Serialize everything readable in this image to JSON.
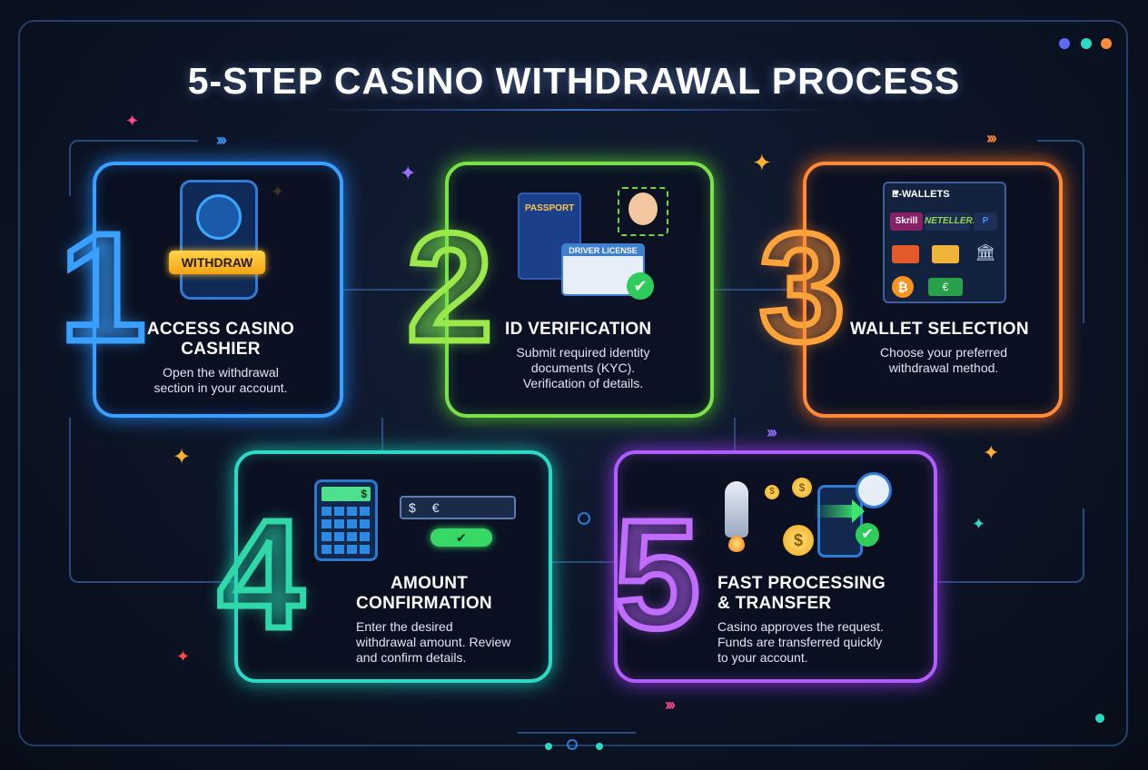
{
  "title": "5-STEP CASINO WITHDRAWAL PROCESS",
  "steps": [
    {
      "number": "1",
      "title_line1": "ACCESS CASINO",
      "title_line2": "CASHIER",
      "desc_line1": "Open the withdrawal",
      "desc_line2": "section in your account.",
      "button_label": "WITHDRAW",
      "color": "#3aa0ff"
    },
    {
      "number": "2",
      "title_line1": "ID VERIFICATION",
      "desc_line1": "Submit required identity",
      "desc_line2": "documents (KYC).",
      "desc_line3": "Verification of details.",
      "passport_label": "PASSPORT",
      "license_label": "DRIVER LICENSE",
      "color": "#7be04a"
    },
    {
      "number": "3",
      "title_line1": "WALLET SELECTION",
      "desc_line1": "Choose your preferred",
      "desc_line2": "withdrawal method.",
      "dropdown_label": "E-WALLETS",
      "brands": [
        "Skrill",
        "NETELLER.",
        "P"
      ],
      "color": "#ff8a3a"
    },
    {
      "number": "4",
      "title_line1": "AMOUNT",
      "title_line2": "CONFIRMATION",
      "desc_line1": "Enter the desired",
      "desc_line2": "withdrawal amount. Review",
      "desc_line3": "and confirm details.",
      "calc_symbol": "$",
      "currency_1": "$",
      "currency_2": "€",
      "color": "#2fd8c4"
    },
    {
      "number": "5",
      "title_line1": "FAST PROCESSING",
      "title_line2": "& TRANSFER",
      "desc_line1": "Casino approves the request.",
      "desc_line2": "Funds are transferred quickly",
      "desc_line3": "to your account.",
      "coin_symbol": "$",
      "color": "#b35cff"
    }
  ],
  "icons": {
    "check": "✔",
    "bank": "🏛",
    "bitcoin": "₿",
    "cash": "€",
    "chevrons": "›››",
    "sparkle": "✦",
    "caret": "▼"
  }
}
